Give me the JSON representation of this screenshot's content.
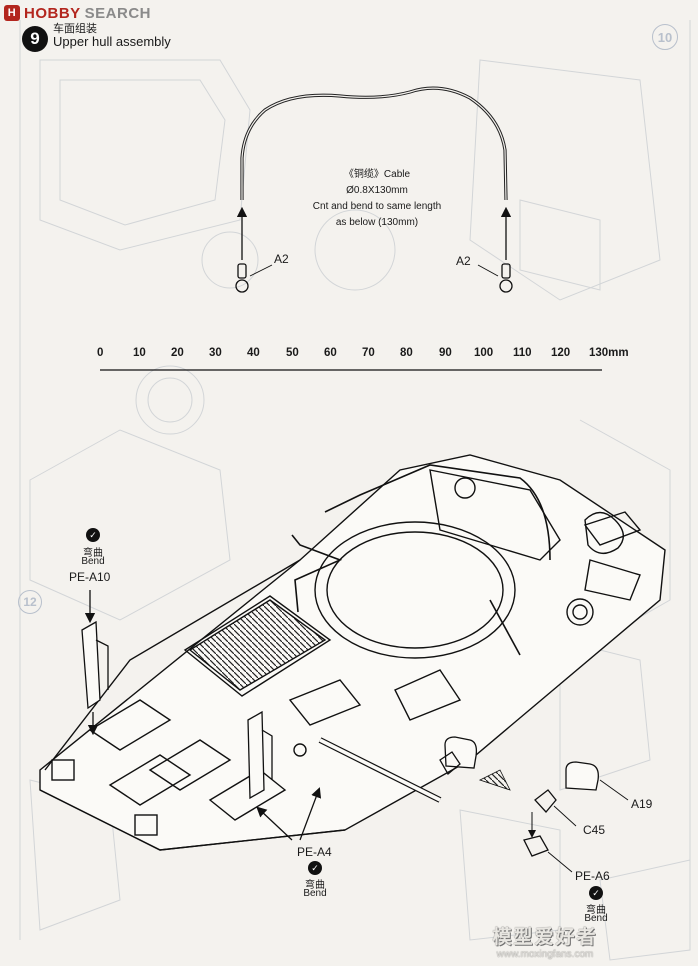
{
  "watermark_top": {
    "badge": "H",
    "brand": "HOBBY",
    "brand2": "SEARCH"
  },
  "step": {
    "number": "9",
    "title_cn": "车面组装",
    "title_en": "Upper hull assembly"
  },
  "cable_note": {
    "line1": "《铜缆》Cable",
    "line2": "Ø0.8X130mm",
    "line3": "Cnt and bend to same length",
    "line4": "as below (130mm)"
  },
  "parts": {
    "a2_left": "A2",
    "a2_right": "A2",
    "pe_a10": "PE-A10",
    "pe_a4": "PE-A4",
    "pe_a6": "PE-A6",
    "a19": "A19",
    "c45": "C45"
  },
  "bend": {
    "cn": "弯曲",
    "en": "Bend"
  },
  "scale": {
    "labels": [
      "0",
      "10",
      "20",
      "30",
      "40",
      "50",
      "60",
      "70",
      "80",
      "90",
      "100",
      "110",
      "120",
      "130mm"
    ]
  },
  "watermark_bottom": {
    "cn": "模型爱好者",
    "url": "www.moxingfans.com"
  },
  "ghost_numbers": {
    "right": "10",
    "left": "12"
  },
  "colors": {
    "ink": "#1a1a1a",
    "paper": "#f4f2ee",
    "ghost": "#9aa6b4",
    "brand": "#b3261e"
  }
}
